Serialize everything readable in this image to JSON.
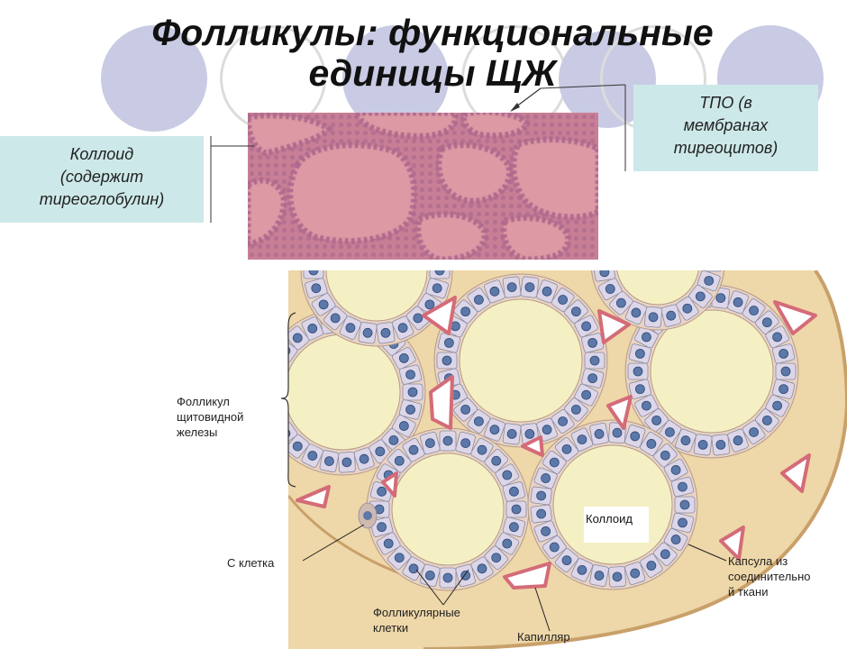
{
  "title": {
    "line1": "Фолликулы: функциональные",
    "line2": "единицы ЩЖ"
  },
  "callouts": {
    "colloid": [
      "Коллоид",
      "(содержит",
      "тиреоглобулин)"
    ],
    "tpo": [
      "ТПО (в",
      "мембранах",
      "тиреоцитов)"
    ]
  },
  "diagram_labels": {
    "follicle": [
      "Фолликул",
      "щитовидной",
      "железы"
    ],
    "c_cell": "С клетка",
    "colloid_inner": "Коллоид",
    "follicular_cells": [
      "Фолликулярные",
      "клетки"
    ],
    "capillary": "Капилляр",
    "capsule": [
      "Капсула из",
      "соединительно",
      "й ткани"
    ]
  },
  "colors": {
    "callout_bg": "#cde8e8",
    "deco_circle": "#c9cbe4",
    "micrograph_bg": "#d8909c",
    "colloid_fill": "#f5f0c4",
    "cell_fill": "#dcd6e8",
    "nucleus": "#5b78a8",
    "connective": "#eed7a8",
    "capillary": "#e9a5ac"
  }
}
